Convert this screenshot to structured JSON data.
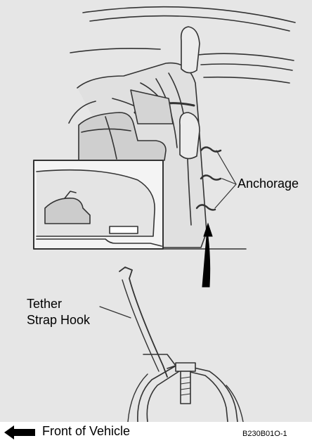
{
  "labels": {
    "anchorage": "Anchorage",
    "tether_line1": "Tether",
    "tether_line2": "Strap Hook",
    "front_of_vehicle": "Front of Vehicle",
    "figure_code": "B230B01O-1"
  },
  "colors": {
    "panel_background": "#e6e6e6",
    "line_art": "#333333",
    "text": "#000000"
  },
  "icons": {
    "front_arrow": "left-arrow-icon",
    "up_arrow": "up-arrow-icon"
  }
}
